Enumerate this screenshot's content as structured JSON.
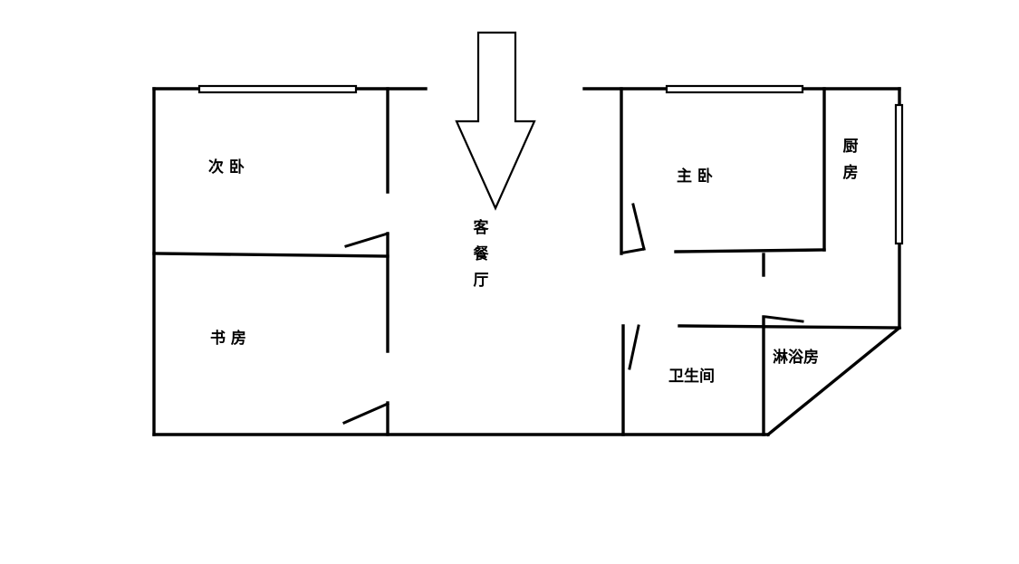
{
  "rooms": {
    "second_bedroom": "次 卧",
    "study": "书 房",
    "living_dining": "客餐厅",
    "master_bedroom": "主 卧",
    "kitchen": "厨房",
    "bathroom": "卫生间",
    "shower_room": "淋浴房"
  },
  "icons": {
    "entrance_arrow": "down-arrow-icon"
  }
}
